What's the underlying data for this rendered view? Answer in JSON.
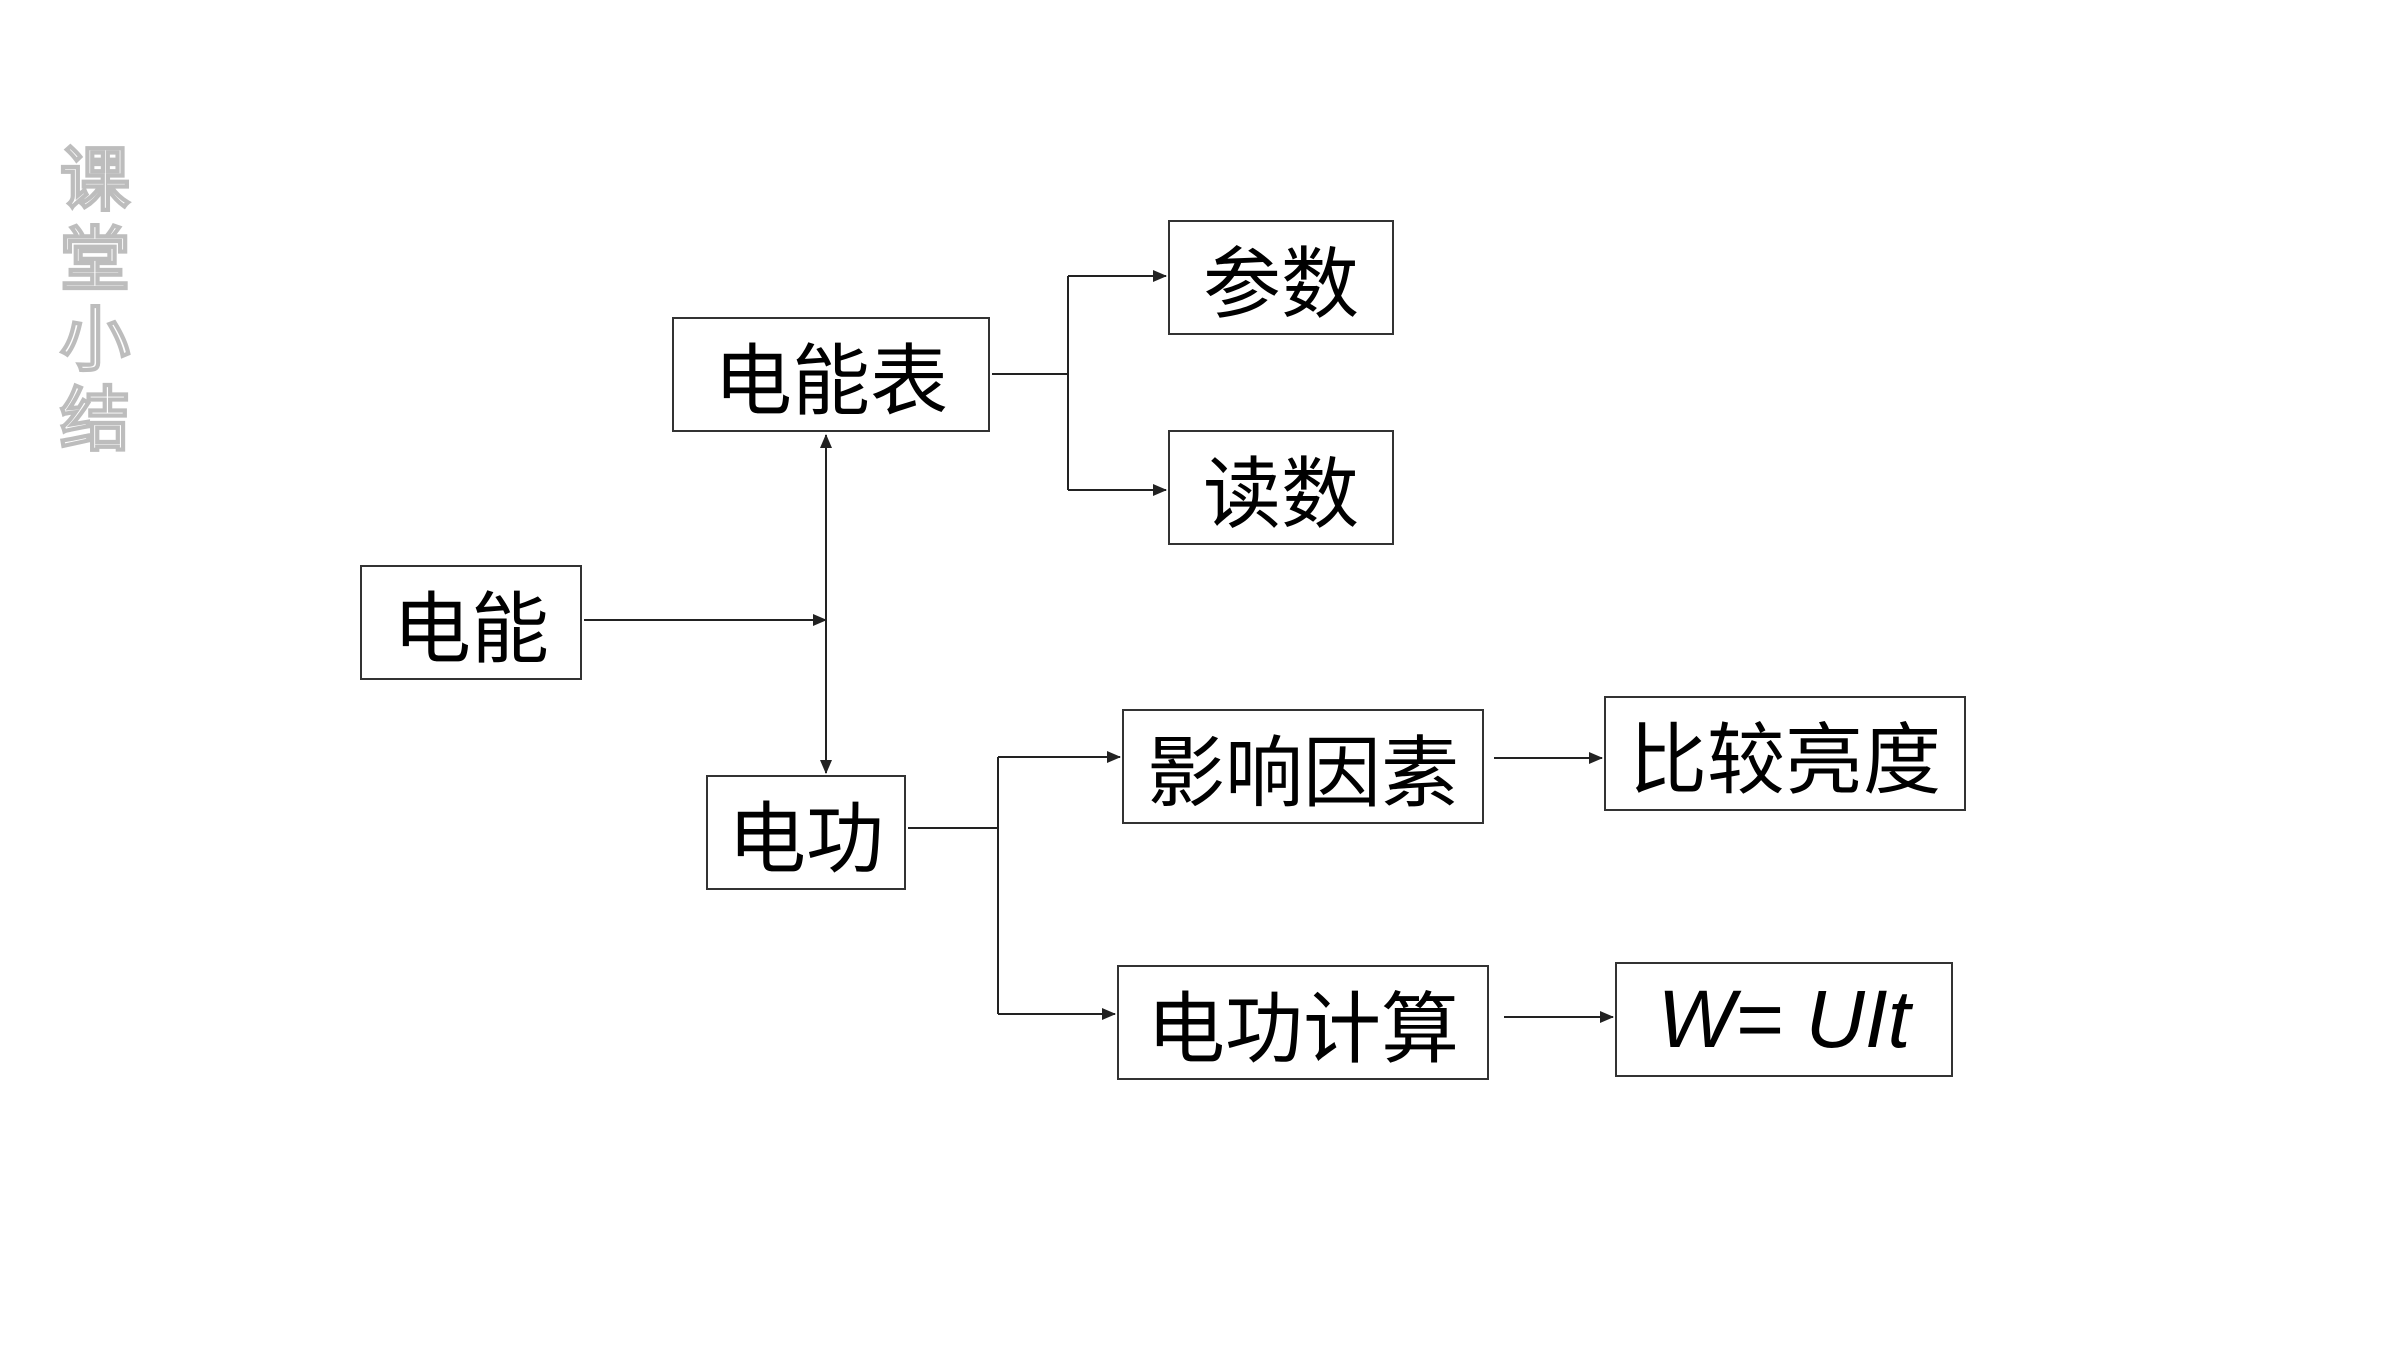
{
  "side_title": [
    "课",
    "堂",
    "小",
    "结"
  ],
  "nodes": {
    "energy": "电能",
    "meter": "电能表",
    "params": "参数",
    "reading": "读数",
    "work": "电功",
    "factors": "影响因素",
    "compare": "比较亮度",
    "calc": "电功计算",
    "formula": "W= UIt"
  },
  "colors": {
    "line": "#222222",
    "box_border": "#333333",
    "side_title_outline": "#bdbdbd"
  }
}
